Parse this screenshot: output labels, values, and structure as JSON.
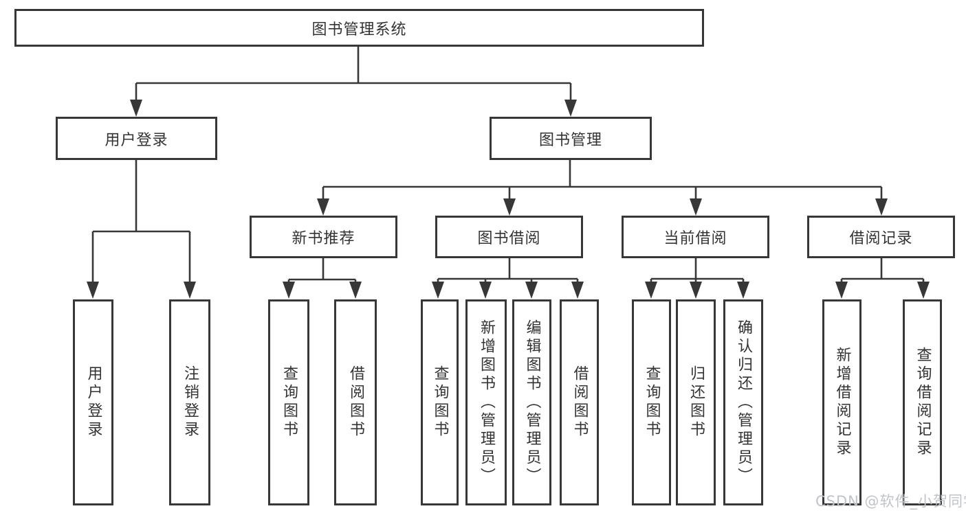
{
  "nodes": {
    "root": {
      "label": "图书管理系统"
    },
    "user_login": {
      "label": "用户登录"
    },
    "book_management": {
      "label": "图书管理"
    },
    "new_book_recommend": {
      "label": "新书推荐"
    },
    "book_borrow": {
      "label": "图书借阅"
    },
    "current_borrow": {
      "label": "当前借阅"
    },
    "borrow_records": {
      "label": "借阅记录"
    }
  },
  "leaves": {
    "login": {
      "label": "用户登录"
    },
    "logout": {
      "label": "注销登录"
    },
    "newbook_query": {
      "label": "查询图书"
    },
    "newbook_borrow": {
      "label": "借阅图书"
    },
    "borrow_query": {
      "label": "查询图书"
    },
    "borrow_add": {
      "label": "新增图书（管理员）"
    },
    "borrow_edit": {
      "label": "编辑图书（管理员）"
    },
    "borrow_lend": {
      "label": "借阅图书"
    },
    "current_query": {
      "label": "查询图书"
    },
    "current_return": {
      "label": "归还图书"
    },
    "current_confirm": {
      "label": "确认归还（管理员）"
    },
    "records_add": {
      "label": "新增借阅记录"
    },
    "records_query": {
      "label": "查询借阅记录"
    }
  },
  "watermark": {
    "text": "CSDN @软件_小贺同学"
  },
  "colors": {
    "line": "#373737",
    "text": "#333333",
    "watermark": "#c0c3c8",
    "background": "#ffffff"
  }
}
